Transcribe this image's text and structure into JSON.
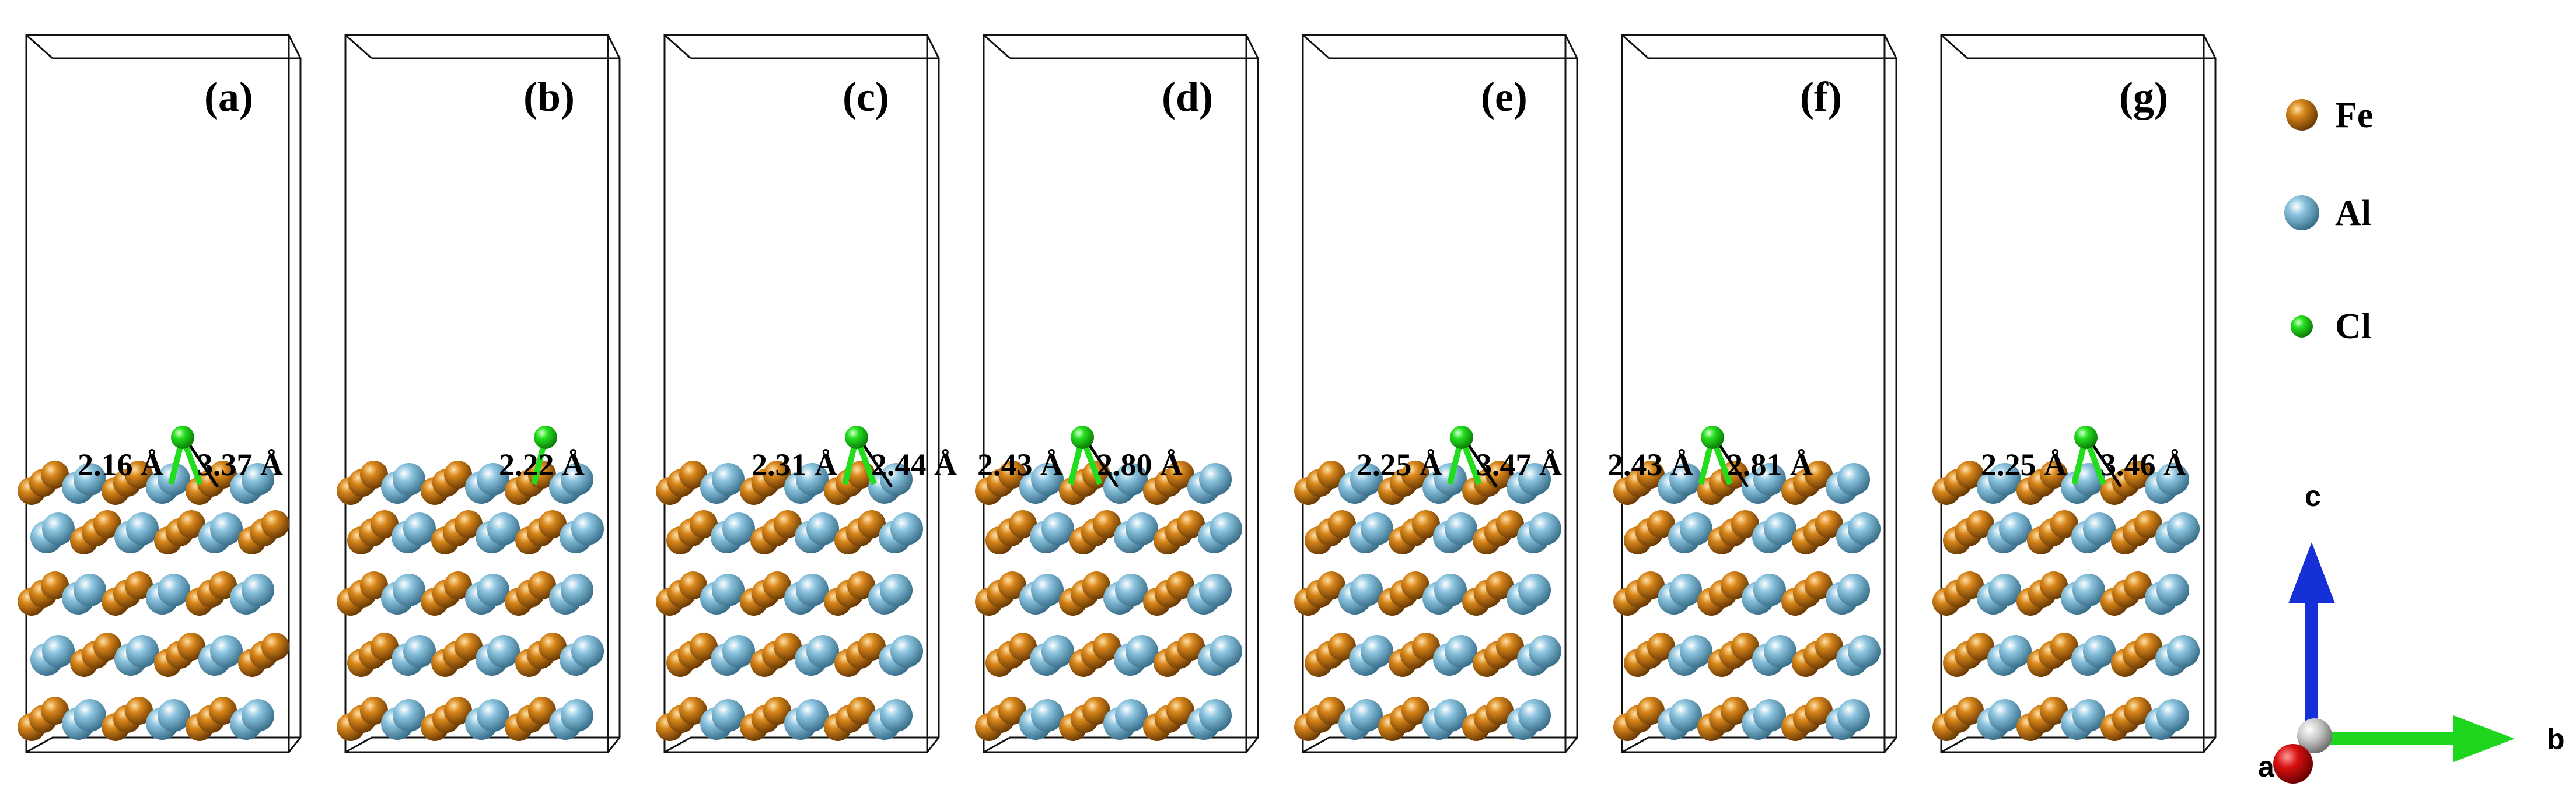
{
  "colors": {
    "Fe": "#c8760c",
    "Al": "#7db7d4",
    "Cl": "#21dd1b",
    "axis_c": "#1530d6",
    "axis_b": "#1fd61f",
    "axis_a": "#d01010"
  },
  "panels": [
    {
      "label": "(a)",
      "stacking": "mixed",
      "distances": [
        "2.16 Å",
        "3.37 Å"
      ]
    },
    {
      "label": "(b)",
      "stacking": "layered",
      "distances": [
        "2.22 Å"
      ]
    },
    {
      "label": "(c)",
      "stacking": "layered",
      "distances": [
        "2.31 Å",
        "2.44 Å"
      ]
    },
    {
      "label": "(d)",
      "stacking": "layered",
      "distances": [
        "2.43 Å",
        "2.80 Å"
      ]
    },
    {
      "label": "(e)",
      "stacking": "layered",
      "distances": [
        "2.25 Å",
        "3.47 Å"
      ]
    },
    {
      "label": "(f)",
      "stacking": "layered",
      "distances": [
        "2.43 Å",
        "2.81 Å"
      ]
    },
    {
      "label": "(g)",
      "stacking": "layered",
      "distances": [
        "2.25 Å",
        "3.46 Å"
      ]
    }
  ],
  "legend": [
    {
      "element": "Fe",
      "label": "Fe"
    },
    {
      "element": "Al",
      "label": "Al"
    },
    {
      "element": "Cl",
      "label": "Cl"
    }
  ],
  "axes": {
    "c": "c",
    "b": "b",
    "a": "a"
  }
}
